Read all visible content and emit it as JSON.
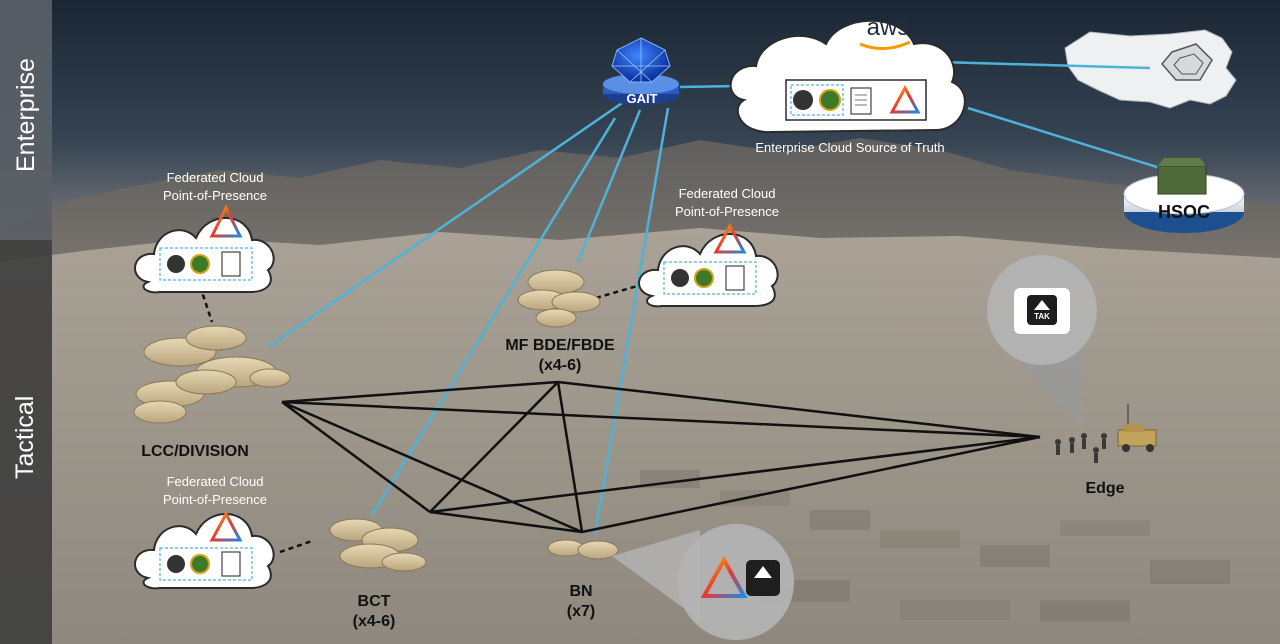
{
  "bands": {
    "enterprise": "Enterprise",
    "tactical": "Tactical"
  },
  "nodes": {
    "gait": "GAIT",
    "aws_logo": "aws",
    "cloud_truth": "Enterprise Cloud Source of Truth",
    "hsoc": "HSOC",
    "fed_cloud_line1": "Federated Cloud",
    "fed_cloud_line2": "Point-of-Presence",
    "lcc": "LCC/DIVISION",
    "mf_bde": "MF BDE/FBDE",
    "mf_bde_count": "(x4-6)",
    "bct": "BCT",
    "bct_count": "(x4-6)",
    "bn": "BN",
    "bn_count": "(x7)",
    "edge": "Edge",
    "tak": "TAK"
  },
  "colors": {
    "link_blue": "#4fb3d9",
    "mesh_black": "#111111",
    "enterprise_band": "#5a5f66",
    "tactical_band": "#3f3f3f",
    "hsoc_blue": "#1d4f8f"
  }
}
